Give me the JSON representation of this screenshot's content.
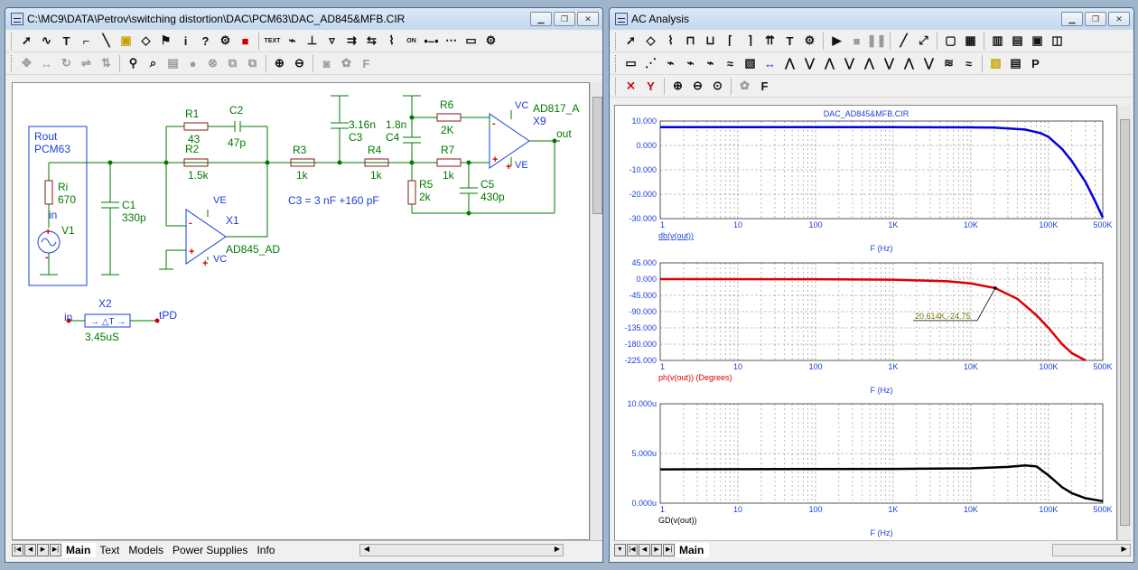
{
  "left_window": {
    "title": "C:\\MC9\\DATA\\Petrov\\switching distortion\\DAC\\PCM63\\DAC_AD845&MFB.CIR",
    "tabs": [
      "Main",
      "Text",
      "Models",
      "Power Supplies",
      "Info"
    ],
    "active_tab": "Main"
  },
  "right_window": {
    "title": "AC Analysis",
    "tabs": [
      "Main"
    ],
    "active_tab": "Main"
  },
  "schematic": {
    "rout_block": {
      "label1": "Rout",
      "label2": "PCM63"
    },
    "Ri": {
      "name": "Ri",
      "value": "670"
    },
    "V1": {
      "name": "V1"
    },
    "in_label": "in",
    "C1": {
      "name": "C1",
      "value": "330p"
    },
    "R1": {
      "name": "R1",
      "value": "43"
    },
    "C2": {
      "name": "C2",
      "value": "47p"
    },
    "R2": {
      "name": "R2",
      "value": "1.5k"
    },
    "X1": {
      "name": "X1",
      "model": "AD845_AD"
    },
    "R3": {
      "name": "R3",
      "value": "1k"
    },
    "C3": {
      "name": "C3",
      "value": "3.16n"
    },
    "R4": {
      "name": "R4",
      "value": "1k"
    },
    "C4": {
      "name": "C4",
      "value": "1.8n"
    },
    "R5": {
      "name": "R5",
      "value": "2k"
    },
    "R6": {
      "name": "R6",
      "value": "2K"
    },
    "R7": {
      "name": "R7",
      "value": "1k"
    },
    "C5": {
      "name": "C5",
      "value": "430p"
    },
    "X9": {
      "name": "X9",
      "model": "AD817_A"
    },
    "out_label": "out",
    "note": "C3 = 3 nF +160 pF",
    "VE": "VE",
    "VC": "VC",
    "X2": {
      "name": "X2",
      "in": "in",
      "out": "tPD",
      "value": "3.45uS"
    }
  },
  "plot_title": "DAC_AD845&MFB.CIR",
  "chart_data": [
    {
      "type": "line",
      "title": "DAC_AD845&MFB.CIR",
      "xscale": "log",
      "xlim": [
        1,
        500000
      ],
      "x_ticks": [
        "1",
        "10",
        "100",
        "1K",
        "10K",
        "100K",
        "500K"
      ],
      "xlabel": "F (Hz)",
      "ylabel": "db(v(out))",
      "ylim": [
        -30,
        10
      ],
      "y_ticks": [
        "10.000",
        "0.000",
        "-10.000",
        "-20.000",
        "-30.000"
      ],
      "grid": true,
      "series": [
        {
          "name": "db(v(out))",
          "color": "#0000dd",
          "x": [
            1,
            1000,
            10000,
            20000,
            50000,
            80000,
            100000,
            150000,
            200000,
            300000,
            400000,
            500000
          ],
          "y": [
            7.5,
            7.5,
            7.4,
            7.3,
            6.5,
            5.0,
            3.5,
            -1.5,
            -6.5,
            -15.0,
            -23.0,
            -29.5
          ]
        }
      ]
    },
    {
      "type": "line",
      "xscale": "log",
      "xlim": [
        1,
        500000
      ],
      "x_ticks": [
        "1",
        "10",
        "100",
        "1K",
        "10K",
        "100K",
        "500K"
      ],
      "xlabel": "F (Hz)",
      "ylabel": "ph(v(out)) (Degrees)",
      "ylim": [
        -225,
        45
      ],
      "y_ticks": [
        "45.000",
        "0.000",
        "-45.000",
        "-90.000",
        "-135.000",
        "-180.000",
        "-225.000"
      ],
      "grid": true,
      "annotation": "20.614K,-24.75",
      "series": [
        {
          "name": "ph(v(out))",
          "color": "#dd0000",
          "x": [
            1,
            100,
            1000,
            5000,
            10000,
            20614,
            40000,
            70000,
            100000,
            150000,
            200000,
            300000
          ],
          "y": [
            0,
            -0.3,
            -1.5,
            -6,
            -12,
            -24.75,
            -55,
            -100,
            -135,
            -180,
            -205,
            -225
          ]
        }
      ]
    },
    {
      "type": "line",
      "xscale": "log",
      "xlim": [
        1,
        500000
      ],
      "x_ticks": [
        "1",
        "10",
        "100",
        "1K",
        "10K",
        "100K",
        "500K"
      ],
      "xlabel": "F (Hz)",
      "ylabel": "GD(v(out))",
      "ylim": [
        0,
        10
      ],
      "y_ticks": [
        "10.000u",
        "5.000u",
        "0.000u"
      ],
      "grid": true,
      "series": [
        {
          "name": "GD(v(out))",
          "color": "#000000",
          "x": [
            1,
            1000,
            10000,
            30000,
            50000,
            70000,
            100000,
            150000,
            200000,
            300000,
            500000
          ],
          "y": [
            3.4,
            3.45,
            3.5,
            3.65,
            3.8,
            3.7,
            2.8,
            1.6,
            1.0,
            0.5,
            0.2
          ]
        }
      ]
    }
  ],
  "colors": {
    "wire": "#007a00",
    "component": "#006400",
    "label_blue": "#1a3fd8",
    "pin_red": "#d00000",
    "grid": "#8c8c8c"
  }
}
